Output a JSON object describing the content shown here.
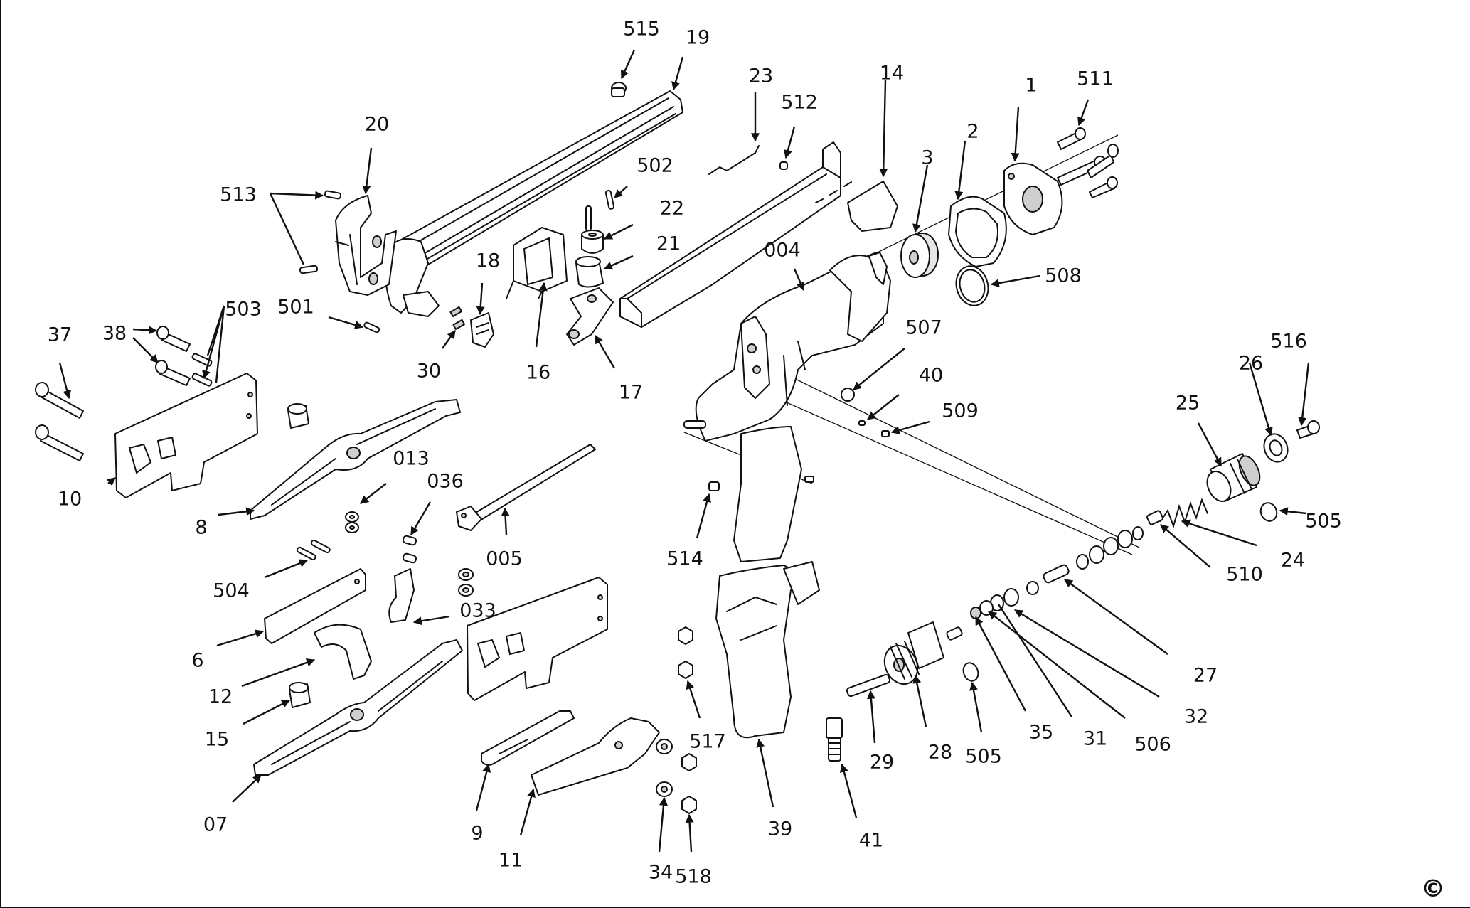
{
  "diagram": {
    "type": "exploded-parts-diagram",
    "part_labels": [
      "515",
      "19",
      "23",
      "14",
      "512",
      "1",
      "511",
      "20",
      "502",
      "2",
      "3",
      "513",
      "22",
      "21",
      "004",
      "508",
      "18",
      "501",
      "503",
      "37",
      "38",
      "30",
      "16",
      "17",
      "507",
      "40",
      "509",
      "516",
      "26",
      "25",
      "013",
      "036",
      "10",
      "8",
      "005",
      "514",
      "505",
      "24",
      "510",
      "504",
      "033",
      "27",
      "6",
      "12",
      "517",
      "15",
      "32",
      "31",
      "506",
      "35",
      "505",
      "28",
      "29",
      "07",
      "9",
      "11",
      "39",
      "41",
      "34",
      "518"
    ],
    "copyright_symbol": "©"
  }
}
